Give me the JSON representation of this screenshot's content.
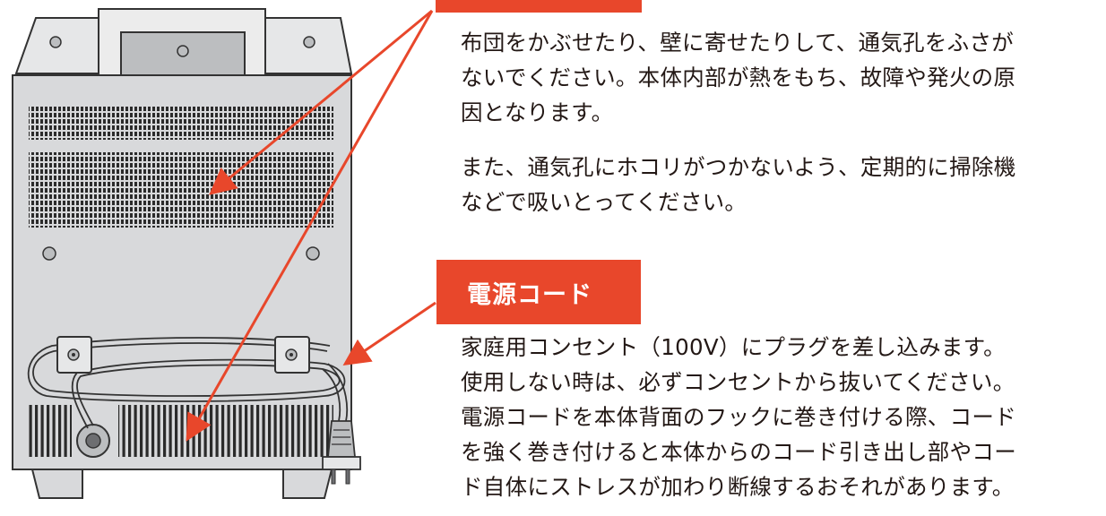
{
  "colors": {
    "accent": "#e8472b",
    "text": "#231815",
    "device_body": "#d8d9db",
    "device_outline": "#333333",
    "vent": "#2b2b2b"
  },
  "callouts": {
    "top_label": "",
    "vent_text_1": "布団をかぶせたり、壁に寄せたりして、通気孔をふさが\nないでください。本体内部が熱をもち、故障や発火の原\n因となります。",
    "vent_text_2": "また、通気孔にホコリがつかないよう、定期的に掃除機\nなどで吸いとってください。",
    "power_label": "電源コード",
    "power_text": "家庭用コンセント（100V）にプラグを差し込みます。\n使用しない時は、必ずコンセントから抜いてください。\n電源コードを本体背面のフックに巻き付ける際、コード\nを強く巻き付けると本体からのコード引き出し部やコー\nド自体にストレスが加わり断線するおそれがあります。"
  },
  "icons": [
    "handle-icon",
    "screw-icon",
    "vent-grille-icon",
    "cord-hook-icon",
    "power-plug-icon"
  ]
}
